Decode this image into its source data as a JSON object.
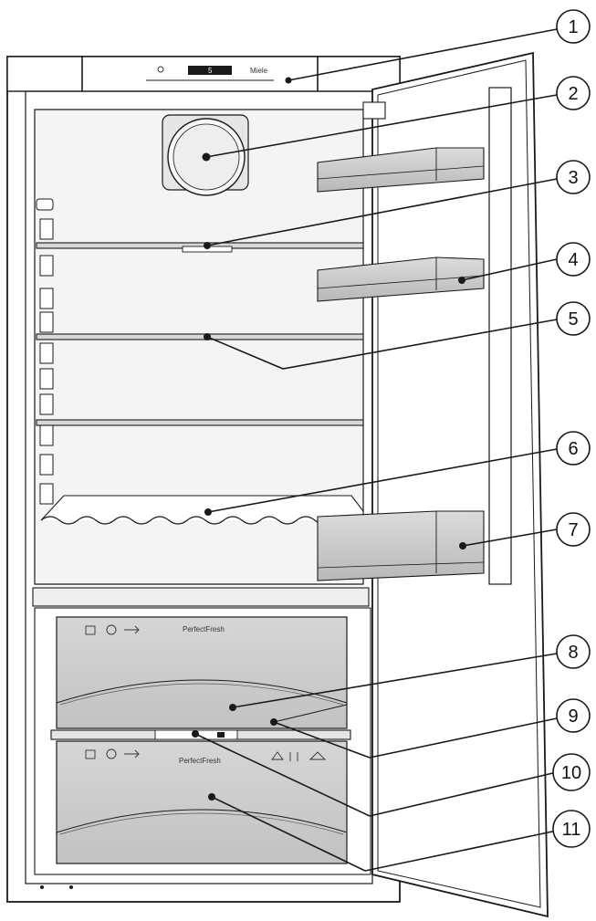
{
  "panel": {
    "brand": "Miele",
    "display_value": "5"
  },
  "drawers": {
    "upper_label": "PerfectFresh",
    "lower_label": "PerfectFresh"
  },
  "callouts": [
    {
      "number": "1",
      "name": "callout-1"
    },
    {
      "number": "2",
      "name": "callout-2"
    },
    {
      "number": "3",
      "name": "callout-3"
    },
    {
      "number": "4",
      "name": "callout-4"
    },
    {
      "number": "5",
      "name": "callout-5"
    },
    {
      "number": "6",
      "name": "callout-6"
    },
    {
      "number": "7",
      "name": "callout-7"
    },
    {
      "number": "8",
      "name": "callout-8"
    },
    {
      "number": "9",
      "name": "callout-9"
    },
    {
      "number": "10",
      "name": "callout-10"
    },
    {
      "number": "11",
      "name": "callout-11"
    }
  ],
  "colors": {
    "outline": "#1a1a1a",
    "interior": "#f4f4f4",
    "drawer": "#cfcfcf",
    "door_bin": "#c8c8c8"
  }
}
